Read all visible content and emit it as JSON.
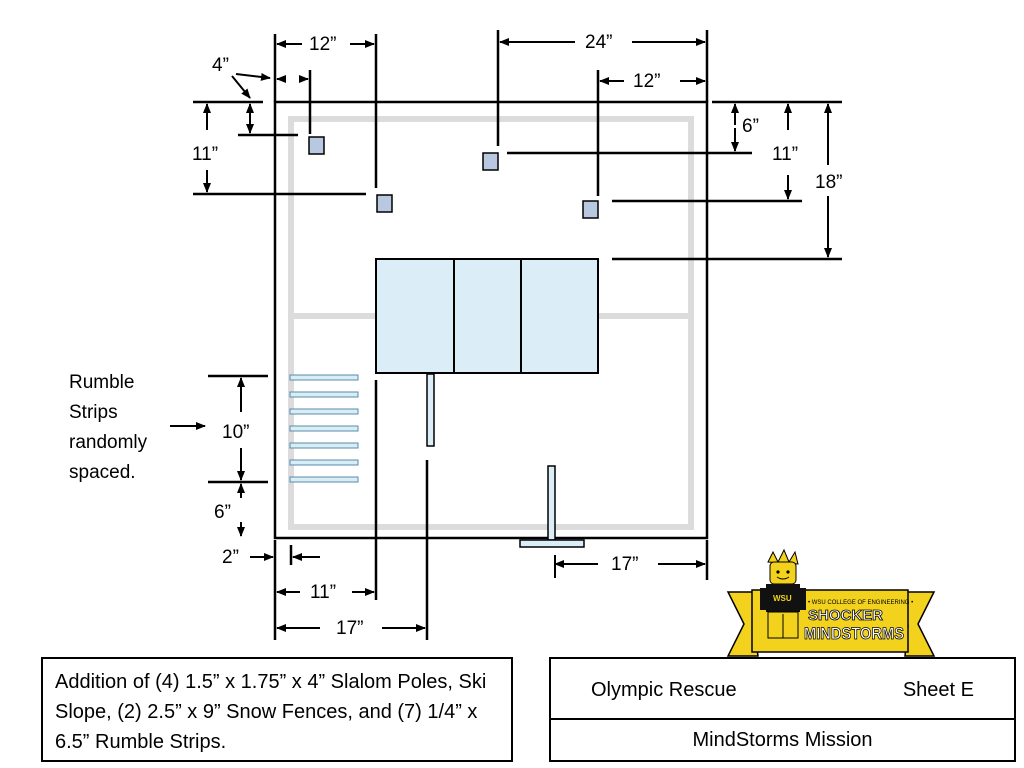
{
  "dimensions": {
    "d12_top_left": "12”",
    "d4": "4”",
    "d11_left": "11”",
    "d24": "24”",
    "d12_top_right": "12”",
    "d6_right": "6”",
    "d11_right": "11”",
    "d18": "18”",
    "d10": "10”",
    "d6_left": "6”",
    "d2": "2”",
    "d11_bottom": "11”",
    "d17_bottom": "17”",
    "d17_right": "17”"
  },
  "callouts": {
    "rumble_strips": [
      "Rumble",
      "Strips",
      "randomly",
      "spaced."
    ]
  },
  "logo": {
    "line1": "• WSU COLLEGE OF ENGINEERING •",
    "line2": "SHOCKER",
    "line3": "MINDSTORMS",
    "minifig_badge": "WSU"
  },
  "note": "Addition of (4) 1.5” x 1.75” x 4” Slalom Poles, Ski Slope, (2) 2.5” x 9” Snow Fences, and (7) 1/4” x 6.5” Rumble Strips.",
  "title_block": {
    "mission_name": "Olympic Rescue",
    "sheet": "Sheet E",
    "subtitle": "MindStorms Mission"
  },
  "colors": {
    "slalom_pole": "#b8c8e0",
    "ski_slope": "#dbeef8",
    "rumble_strip": "#d8eef6",
    "track_lines": "#dcdcdc",
    "logo_gold": "#f2d21c"
  }
}
